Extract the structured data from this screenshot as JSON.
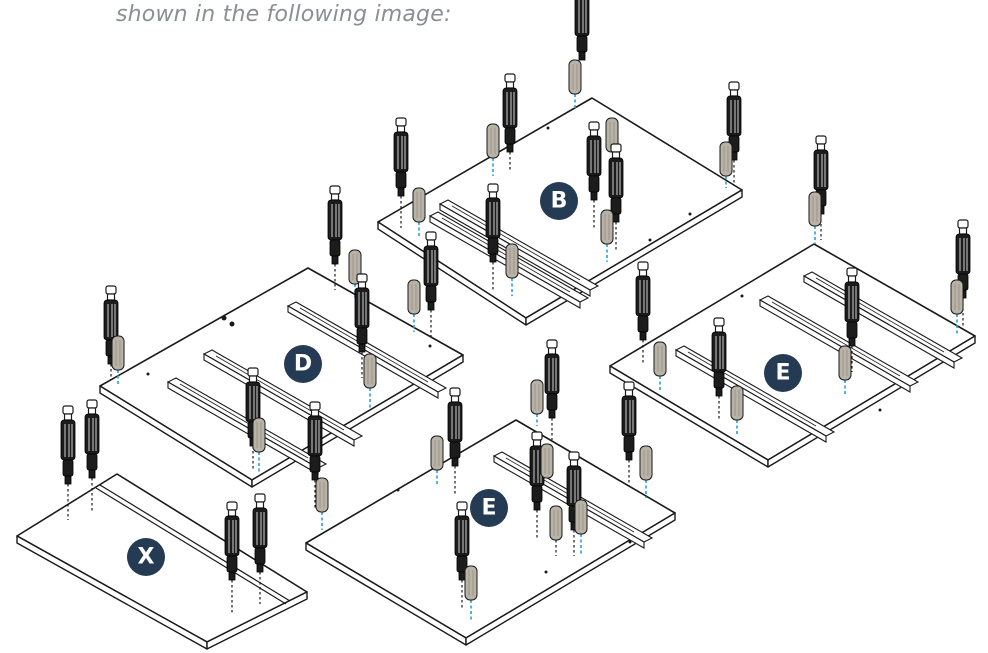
{
  "caption": "shown in the following image:",
  "panels": [
    {
      "id": "B",
      "label": "B",
      "label_color": "#243b53"
    },
    {
      "id": "D",
      "label": "D",
      "label_color": "#243b53"
    },
    {
      "id": "E1",
      "label": "E",
      "label_color": "#243b53"
    },
    {
      "id": "E2",
      "label": "E",
      "label_color": "#243b53"
    },
    {
      "id": "X",
      "label": "X",
      "label_color": "#243b53"
    }
  ],
  "colors": {
    "guide_dash_blue": "#2a9fd6",
    "bolt": "#1c1c1c",
    "dowel": "#b9b3a7"
  },
  "icons": [
    "cam-bolt-icon",
    "wooden-dowel-icon",
    "drawer-slide-rail-icon"
  ]
}
